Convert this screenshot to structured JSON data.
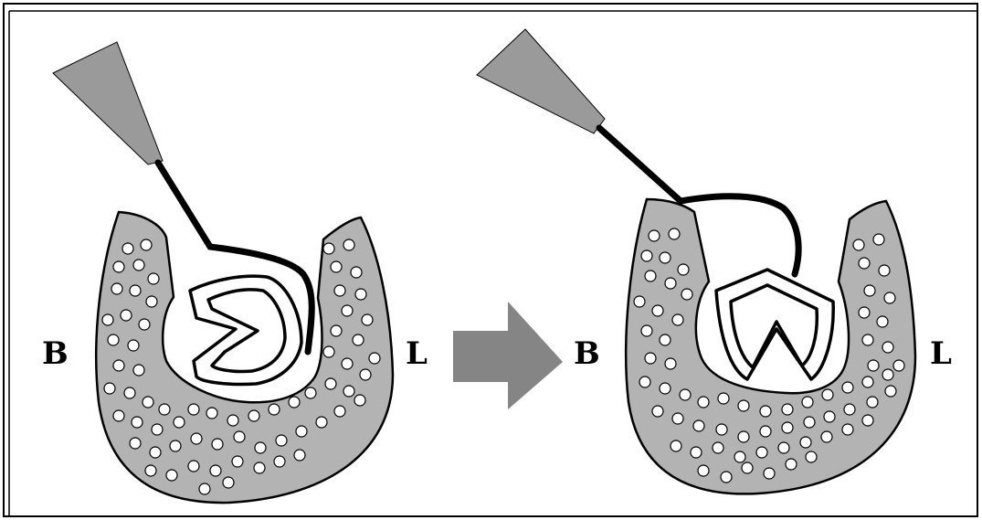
{
  "labels": {
    "left_panel_buccal": "B",
    "left_panel_lingual": "L",
    "right_panel_buccal": "B",
    "right_panel_lingual": "L"
  },
  "colors": {
    "bone_fill": "#b3b3b3",
    "instrument_fill": "#9a9a9a",
    "arrow_fill": "#858585",
    "outline": "#000000",
    "background": "#ffffff"
  },
  "icons": {
    "arrow": "right-arrow-icon",
    "instrument": "dental-instrument-icon",
    "tooth": "tooth-icon"
  }
}
